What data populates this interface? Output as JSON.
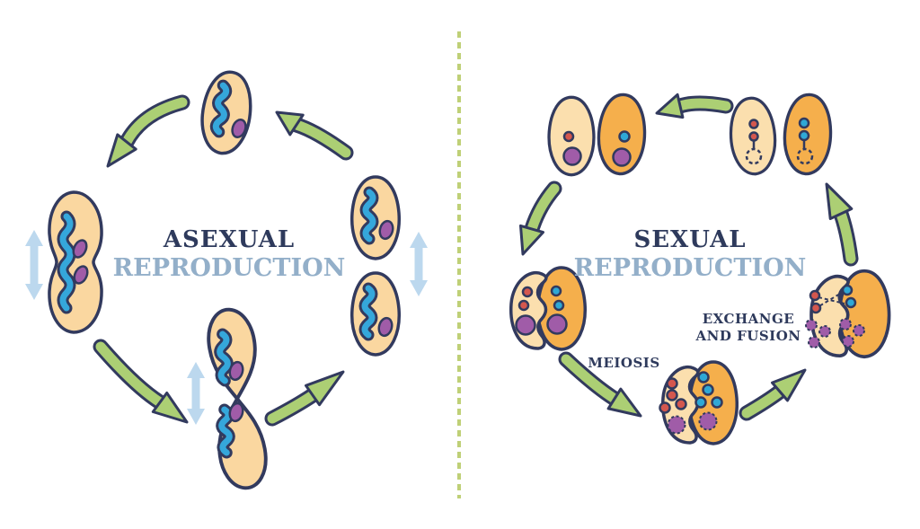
{
  "titles": {
    "left": {
      "line1": "ASEXUAL",
      "line2": "REPRODUCTION"
    },
    "right": {
      "line1": "SEXUAL",
      "line2": "REPRODUCTION"
    }
  },
  "labels": {
    "meiosis": "MEIOSIS",
    "exchange_line1": "EXCHANGE",
    "exchange_line2": "AND FUSION"
  },
  "colors": {
    "background": "#FFFFFF",
    "title_primary": "#2E3A5C",
    "title_secondary": "#93AFC9",
    "outline": "#323A5E",
    "cell_light": "#FAD7A0",
    "cell_light2": "#FBDFAE",
    "cell_orange": "#F5AF4C",
    "chromosome_blue": "#35A7DB",
    "nucleus_purple": "#A05CA8",
    "arrow_green": "#ACCF74",
    "arrow_blue": "#BCD8EE",
    "dot_red": "#D4574E",
    "dot_blue": "#2FA8D5",
    "divider_green": "#BFD077"
  }
}
